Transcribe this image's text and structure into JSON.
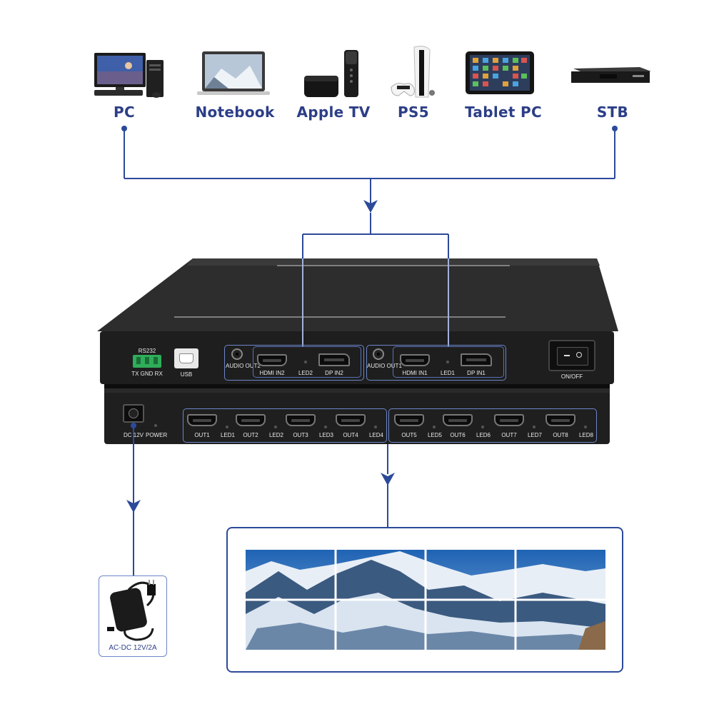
{
  "sources": [
    {
      "label": "PC",
      "icon": "pc-icon"
    },
    {
      "label": "Notebook",
      "icon": "notebook-icon"
    },
    {
      "label": "Apple TV",
      "icon": "apple-tv-icon"
    },
    {
      "label": "PS5",
      "icon": "ps5-icon"
    },
    {
      "label": "Tablet PC",
      "icon": "tablet-icon"
    },
    {
      "label": "STB",
      "icon": "stb-icon"
    }
  ],
  "rear_top": {
    "rs232": "RS232",
    "rs232_pins": "TX GND RX",
    "usb": "USB",
    "audio_out2": "AUDIO OUT2",
    "hdmi_in2": "HDMI IN2",
    "led2": "LED2",
    "dp_in2": "DP IN2",
    "audio_out1": "AUDIO OUT1",
    "hdmi_in1": "HDMI IN1",
    "led1": "LED1",
    "dp_in1": "DP IN1",
    "on_off": "ON/OFF"
  },
  "rear_bottom": {
    "dc": "DC 12V",
    "power": "POWER",
    "outputs": [
      {
        "out": "OUT1",
        "led": "LED1"
      },
      {
        "out": "OUT2",
        "led": "LED2"
      },
      {
        "out": "OUT3",
        "led": "LED3"
      },
      {
        "out": "OUT4",
        "led": "LED4"
      },
      {
        "out": "OUT5",
        "led": "LED5"
      },
      {
        "out": "OUT6",
        "led": "LED6"
      },
      {
        "out": "OUT7",
        "led": "LED7"
      },
      {
        "out": "OUT8",
        "led": "LED8"
      }
    ]
  },
  "adapter_label": "AC-DC 12V/2A",
  "colors": {
    "line": "#2c4a9a",
    "label": "#2c3e87",
    "frame": "#6d86c9",
    "chassis": "#2a2a2a"
  }
}
